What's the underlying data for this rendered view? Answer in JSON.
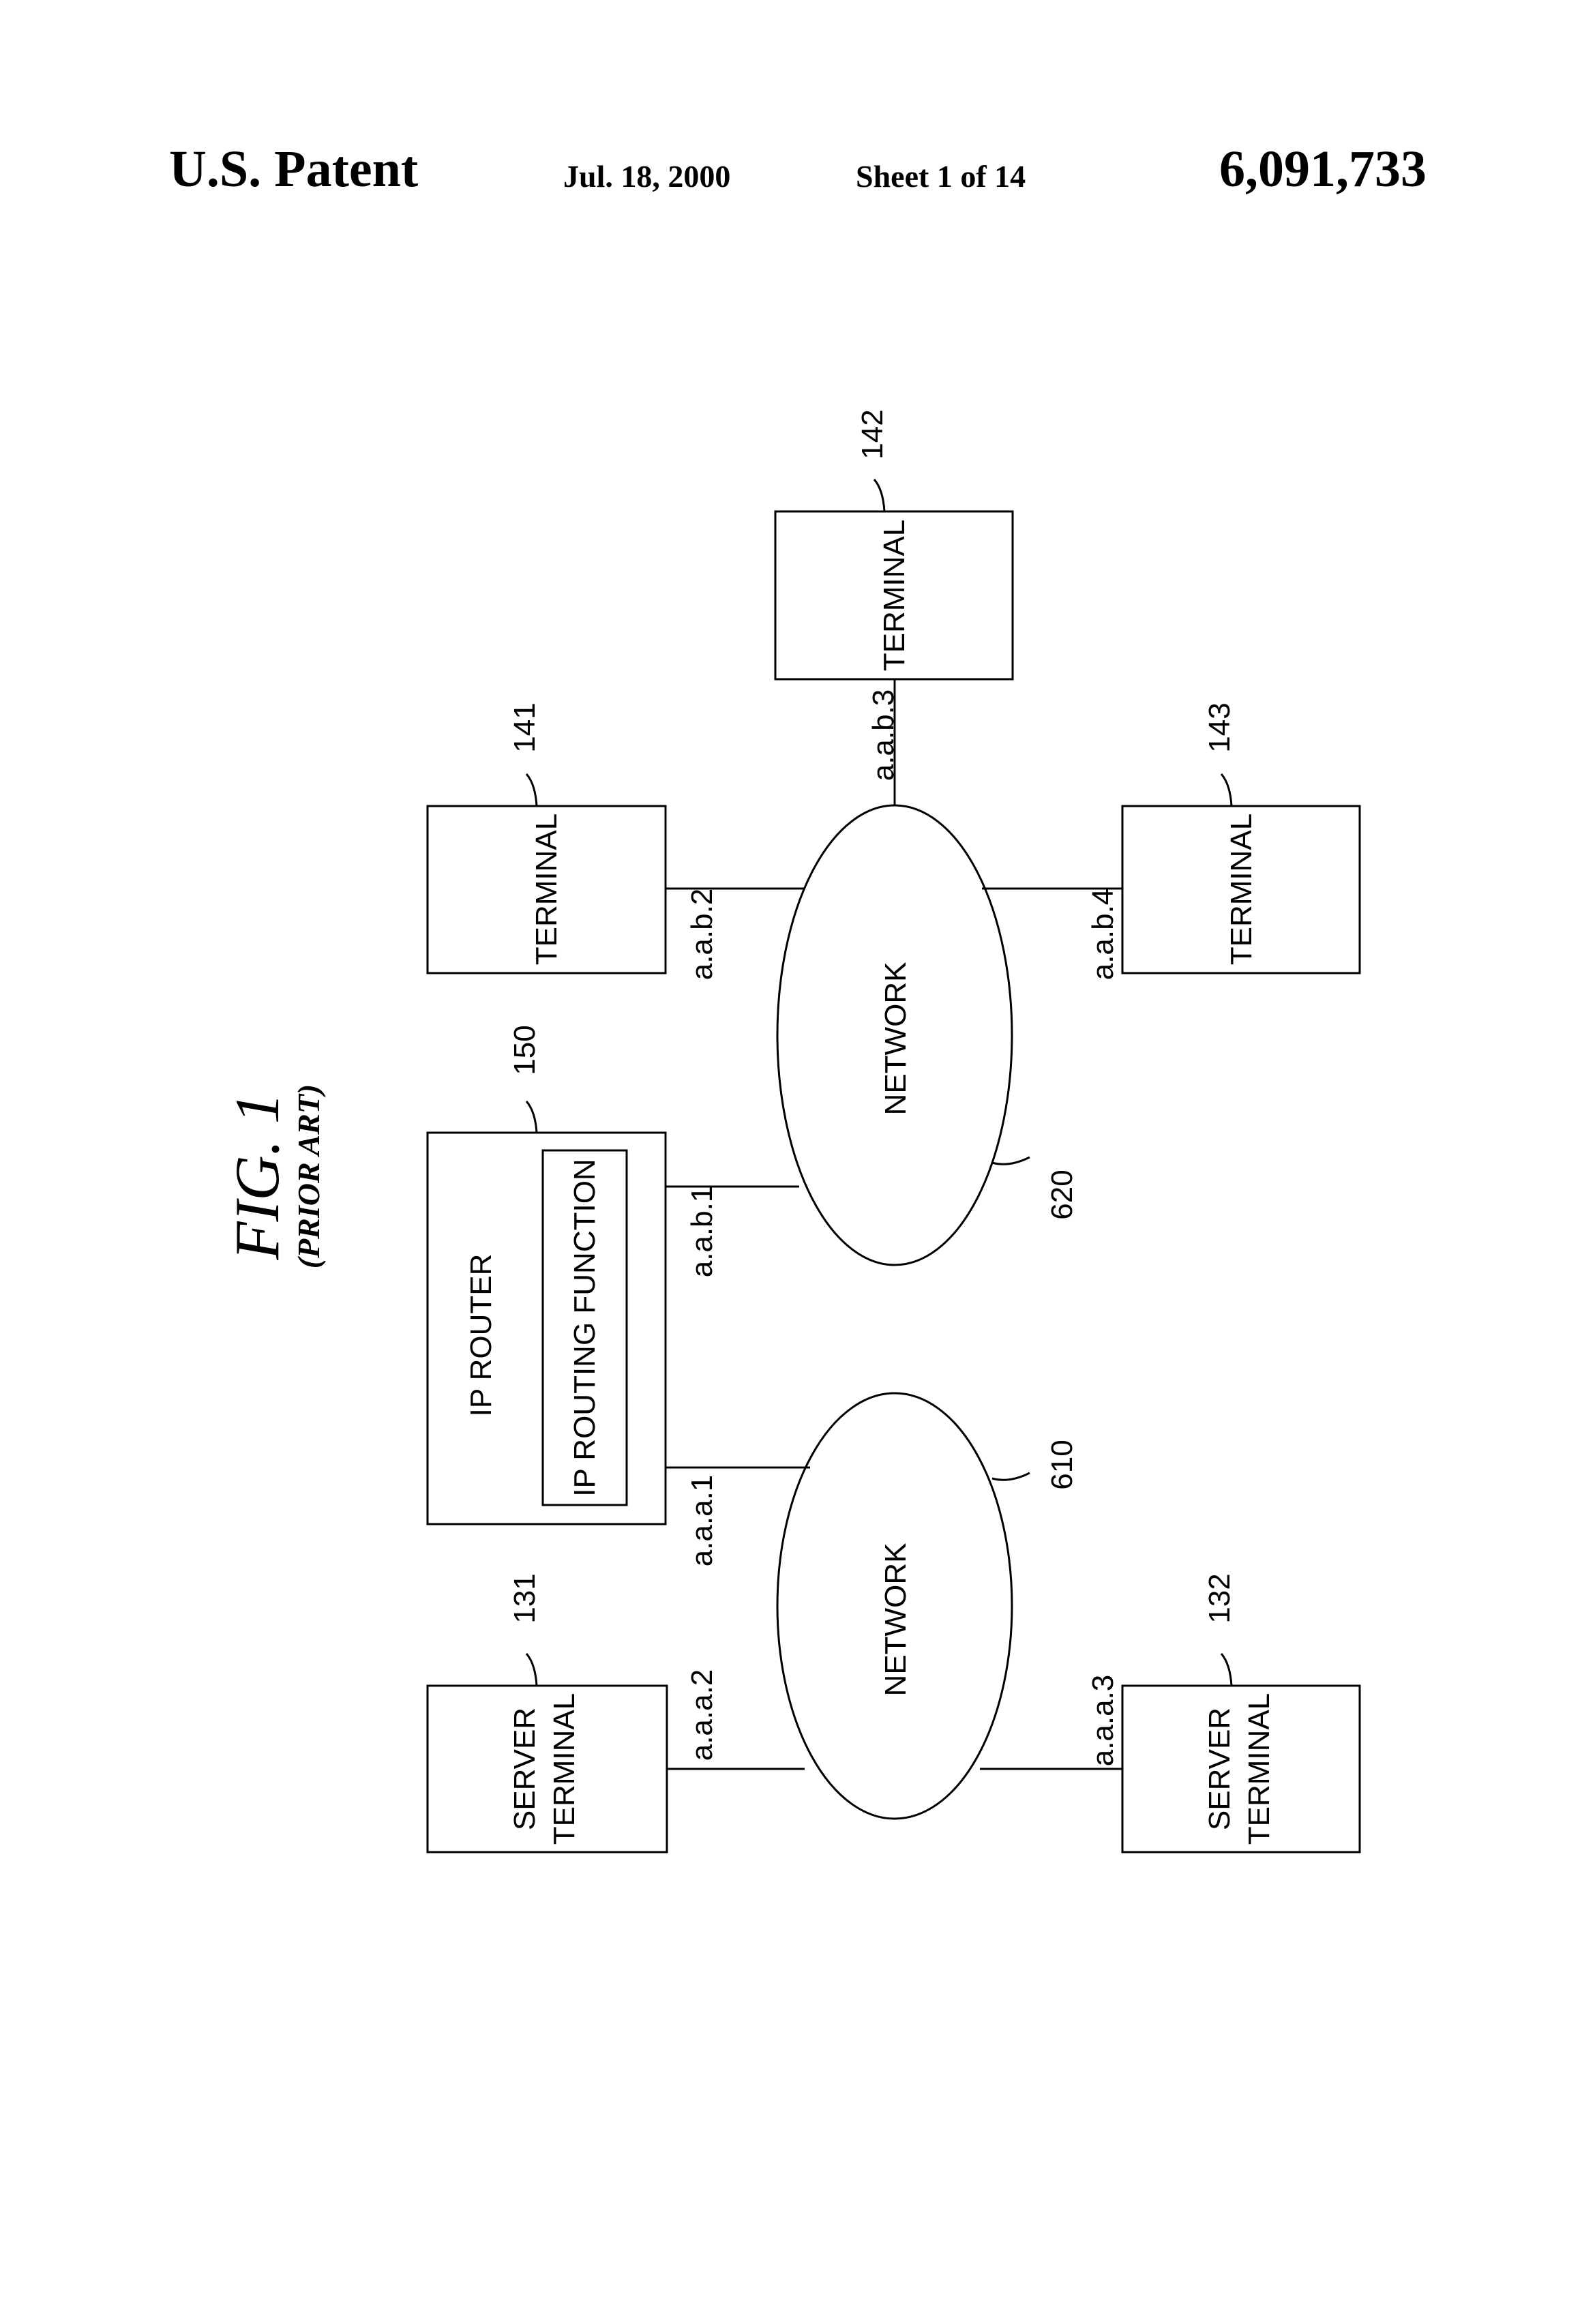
{
  "header": {
    "left": "U.S. Patent",
    "date": "Jul. 18, 2000",
    "sheet": "Sheet 1 of 14",
    "number": "6,091,733"
  },
  "figure": {
    "title": "FIG. 1",
    "subtitle": "(PRIOR ART)"
  },
  "nodes": {
    "server_terminal_131": {
      "line1": "SERVER",
      "line2": "TERMINAL",
      "ref": "131",
      "address": "a.a.a.2"
    },
    "server_terminal_132": {
      "line1": "SERVER",
      "line2": "TERMINAL",
      "ref": "132",
      "address": "a.a.a.3"
    },
    "network_610": {
      "label": "NETWORK",
      "ref": "610"
    },
    "network_620": {
      "label": "NETWORK",
      "ref": "620"
    },
    "ip_router_150": {
      "label": "IP ROUTER",
      "inner": "IP ROUTING FUNCTION",
      "ref": "150",
      "address_a": "a.a.a.1",
      "address_b": "a.a.b.1"
    },
    "terminal_141": {
      "label": "TERMINAL",
      "ref": "141",
      "address": "a.a.b.2"
    },
    "terminal_142": {
      "label": "TERMINAL",
      "ref": "142",
      "address": "a.a.b.3"
    },
    "terminal_143": {
      "label": "TERMINAL",
      "ref": "143",
      "address": "a.a.b.4"
    }
  }
}
